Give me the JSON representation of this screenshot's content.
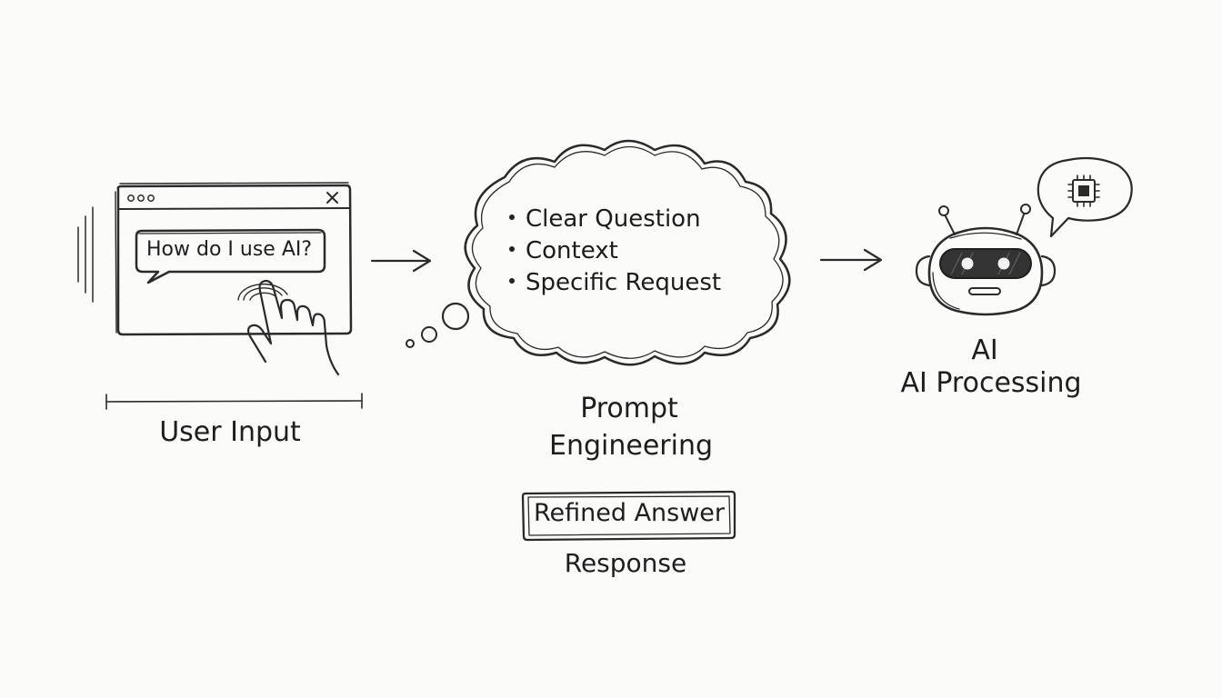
{
  "user_input": {
    "search_text": "How do I use AI?",
    "label": "User Input"
  },
  "prompt": {
    "bullets": [
      "Clear Question",
      "Context",
      "Specific Request"
    ],
    "label_line1": "Prompt",
    "label_line2": "Engineering"
  },
  "ai": {
    "name": "AI",
    "label": "AI Processing"
  },
  "response": {
    "answer": "Refined Answer",
    "label": "Response"
  },
  "icons": [
    "browser-window-icon",
    "pointing-hand-icon",
    "thought-cloud-icon",
    "robot-icon",
    "chip-icon",
    "arrow-right-icon"
  ],
  "colors": {
    "ink": "#2a2a2a",
    "paper": "#fbfbfa"
  }
}
